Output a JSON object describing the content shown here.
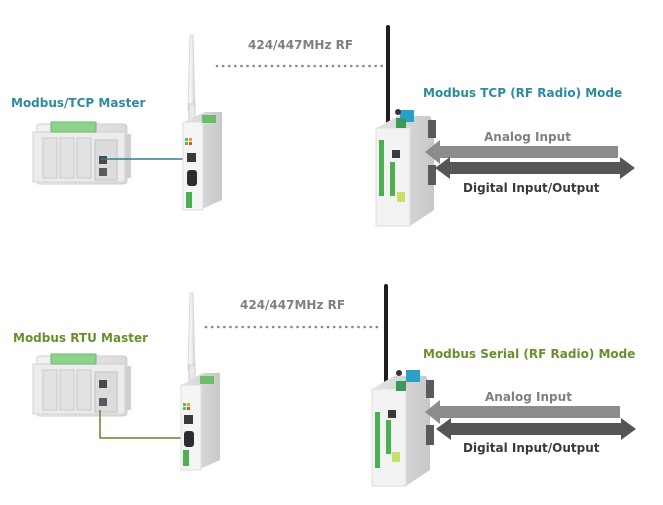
{
  "sections": [
    {
      "master_label": "Modbus/TCP  Master",
      "rf_label": "424/447MHz RF",
      "mode_label": "Modbus TCP (RF Radio) Mode",
      "analog_label": "Analog Input",
      "digital_label": "Digital Input/Output",
      "link_type": "ethernet",
      "link_color": "#2e7d8c"
    },
    {
      "master_label": "Modbus  RTU Master",
      "rf_label": "424/447MHz RF",
      "mode_label": "Modbus Serial (RF Radio) Mode",
      "analog_label": "Analog Input",
      "digital_label": "Digital Input/Output",
      "link_type": "serial",
      "link_color": "#5f8a2a"
    }
  ],
  "colors": {
    "tcp_accent": "#2e8a9e",
    "serial_accent": "#6b8e2f",
    "analog_arrow": "#8c8c8c",
    "digital_arrow": "#555555",
    "rf_text": "#808080"
  }
}
